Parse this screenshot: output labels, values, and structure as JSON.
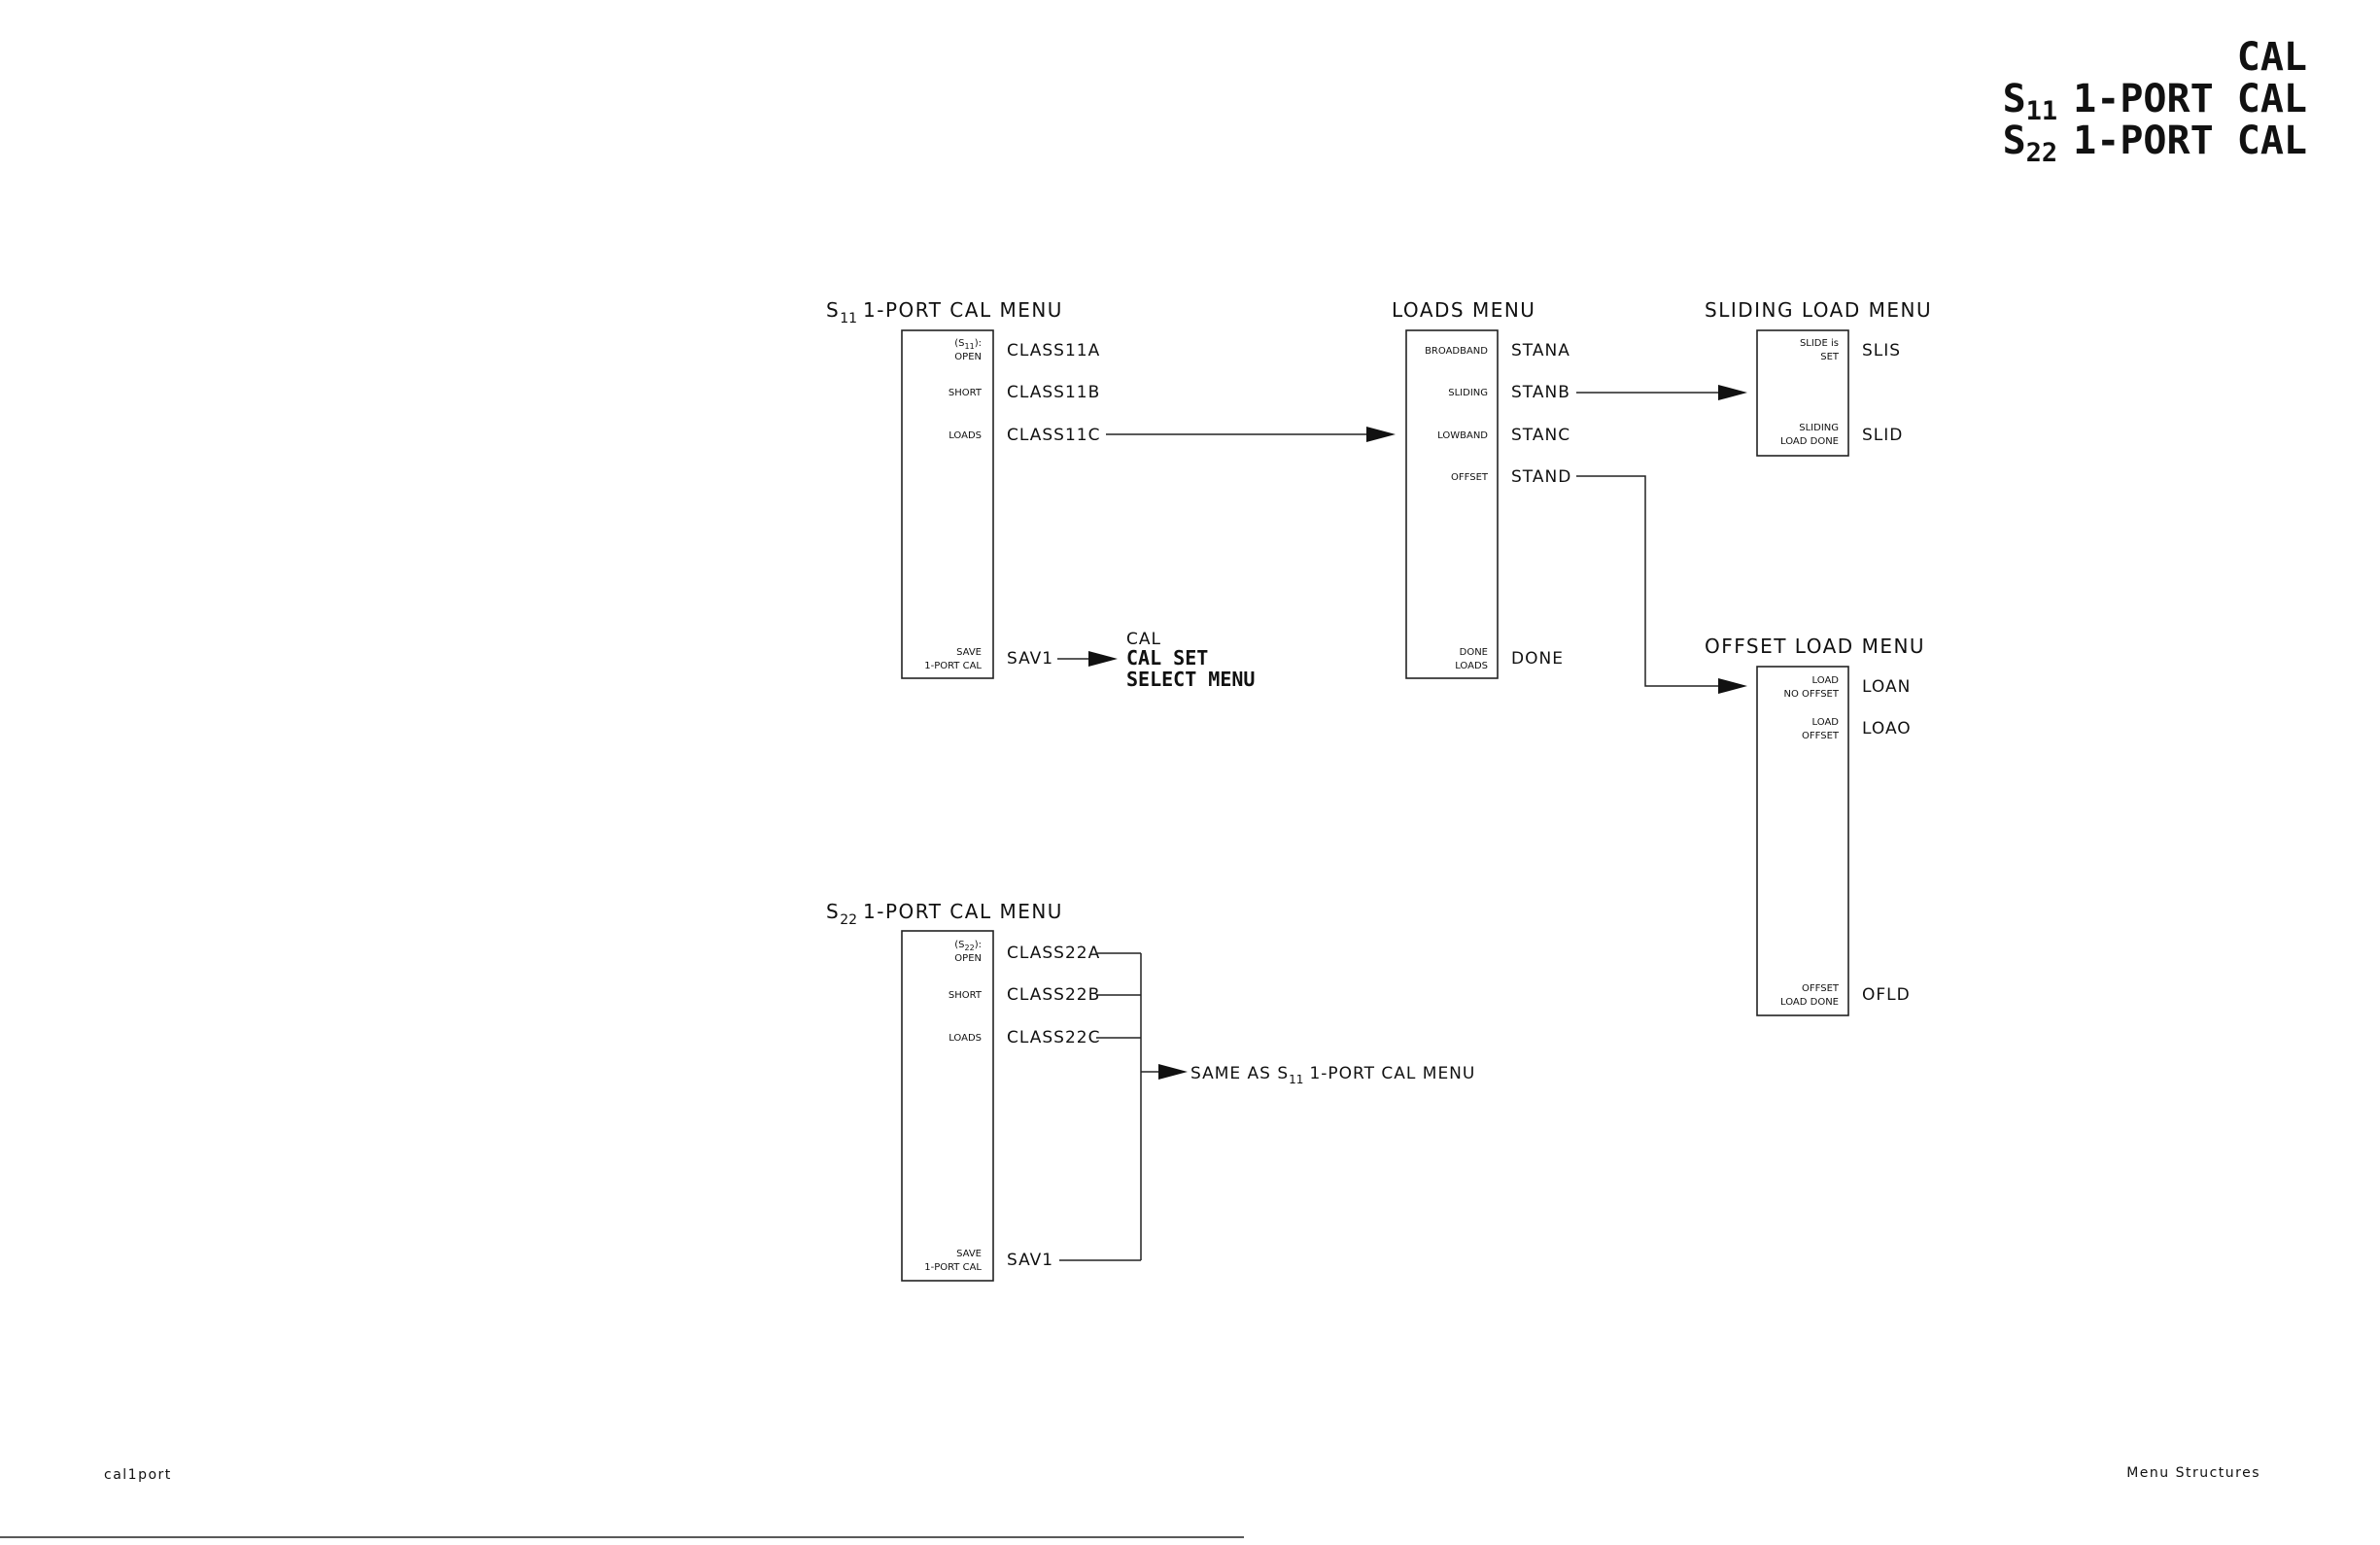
{
  "header": {
    "line1": "CAL",
    "line2_s": "S",
    "line2_sub": "11",
    "line2_rest": "1-PORT CAL",
    "line3_s": "S",
    "line3_sub": "22",
    "line3_rest": "1-PORT CAL"
  },
  "s11_menu": {
    "title_s": "S",
    "title_sub": "11",
    "title_rest": "1-PORT CAL MENU",
    "keys": [
      {
        "l1_pre": "(S",
        "l1_sub": "11",
        "l1_post": "):",
        "l2": "OPEN",
        "cmd": "CLASS11A"
      },
      {
        "l1": "SHORT",
        "cmd": "CLASS11B"
      },
      {
        "l1": "LOADS",
        "cmd": "CLASS11C"
      },
      {
        "l1": "SAVE",
        "l2": "1-PORT CAL",
        "cmd": "SAV1"
      }
    ],
    "save_target": {
      "l1": "CAL",
      "l2": "CAL SET",
      "l3": "SELECT MENU"
    }
  },
  "loads_menu": {
    "title": "LOADS MENU",
    "keys": [
      {
        "l1": "BROADBAND",
        "cmd": "STANA"
      },
      {
        "l1": "SLIDING",
        "cmd": "STANB"
      },
      {
        "l1": "LOWBAND",
        "cmd": "STANC"
      },
      {
        "l1": "OFFSET",
        "cmd": "STAND"
      },
      {
        "l1": "DONE",
        "l2": "LOADS",
        "cmd": "DONE"
      }
    ]
  },
  "sliding_menu": {
    "title": "SLIDING LOAD MENU",
    "keys": [
      {
        "l1": "SLIDE is",
        "l2": "SET",
        "cmd": "SLIS"
      },
      {
        "l1": "SLIDING",
        "l2": "LOAD DONE",
        "cmd": "SLID"
      }
    ]
  },
  "offset_menu": {
    "title": "OFFSET LOAD MENU",
    "keys": [
      {
        "l1": "LOAD",
        "l2": "NO OFFSET",
        "cmd": "LOAN"
      },
      {
        "l1": "LOAD",
        "l2": "OFFSET",
        "cmd": "LOAO"
      },
      {
        "l1": "OFFSET",
        "l2": "LOAD DONE",
        "cmd": "OFLD"
      }
    ]
  },
  "s22_menu": {
    "title_s": "S",
    "title_sub": "22",
    "title_rest": "1-PORT CAL MENU",
    "keys": [
      {
        "l1_pre": "(S",
        "l1_sub": "22",
        "l1_post": "):",
        "l2": "OPEN",
        "cmd": "CLASS22A"
      },
      {
        "l1": "SHORT",
        "cmd": "CLASS22B"
      },
      {
        "l1": "LOADS",
        "cmd": "CLASS22C"
      },
      {
        "l1": "SAVE",
        "l2": "1-PORT CAL",
        "cmd": "SAV1"
      }
    ],
    "same_as": {
      "pre": "SAME AS S",
      "sub": "11",
      "post": "1-PORT CAL MENU"
    }
  },
  "footer": {
    "left": "cal1port",
    "right": "Menu Structures"
  }
}
